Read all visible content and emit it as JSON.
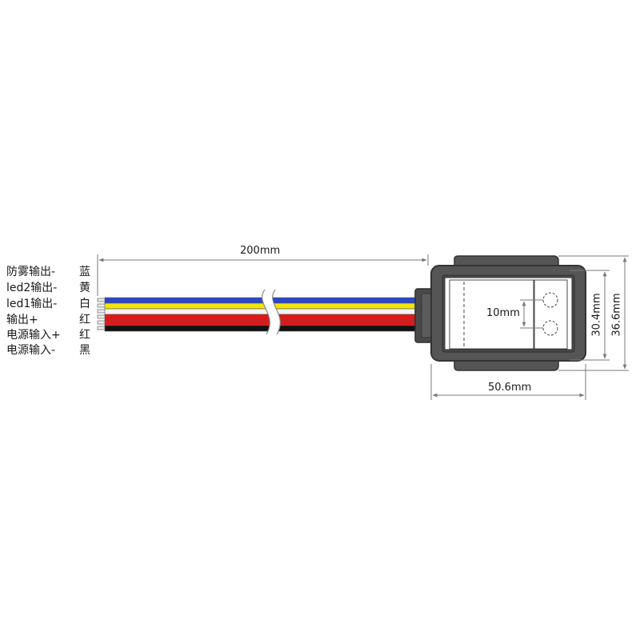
{
  "wires": [
    {
      "function": "防雾输出-",
      "color_name": "蓝",
      "color": "#2b46c8"
    },
    {
      "function": "led2输出-",
      "color_name": "黄",
      "color": "#f2e600"
    },
    {
      "function": "led1输出-",
      "color_name": "白",
      "color": "#f4f4f4"
    },
    {
      "function": "输出+",
      "color_name": "红",
      "color": "#e01818"
    },
    {
      "function": "电源输入+",
      "color_name": "红",
      "color": "#e01818"
    },
    {
      "function": "电源输入-",
      "color_name": "黑",
      "color": "#111111"
    }
  ],
  "dimensions": {
    "cable_length": "200mm",
    "body_width": "50.6mm",
    "inner_height": "30.4mm",
    "outer_height": "36.6mm",
    "hole_spacing": "10mm"
  },
  "colors": {
    "housing": "#555555",
    "housing_dark": "#3f3f3f",
    "panel": "#ffffff",
    "dim_line": "#7a7a7a"
  }
}
